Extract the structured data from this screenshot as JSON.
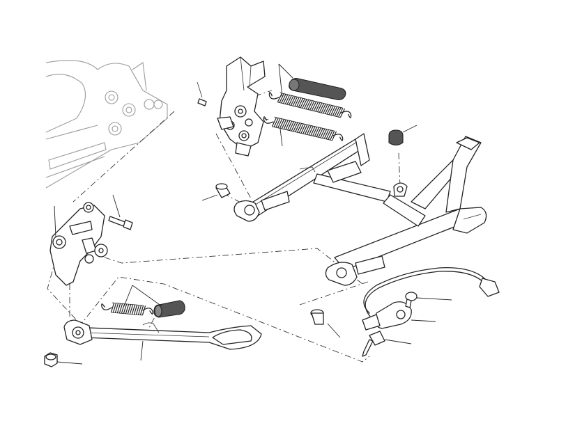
{
  "diagram": {
    "title": "",
    "callouts": []
  },
  "colors": {
    "line": "#222222",
    "engine_outline": "#9a9a9a",
    "spring_cover": "#5a5a5a",
    "background": "#ffffff"
  },
  "icons": [
    "engine-case-outline",
    "center-stand-bracket",
    "side-stand-bracket",
    "center-stand",
    "side-stand",
    "spring",
    "spring-cover",
    "bolt",
    "nut",
    "rubber-bumper",
    "side-stand-switch"
  ]
}
